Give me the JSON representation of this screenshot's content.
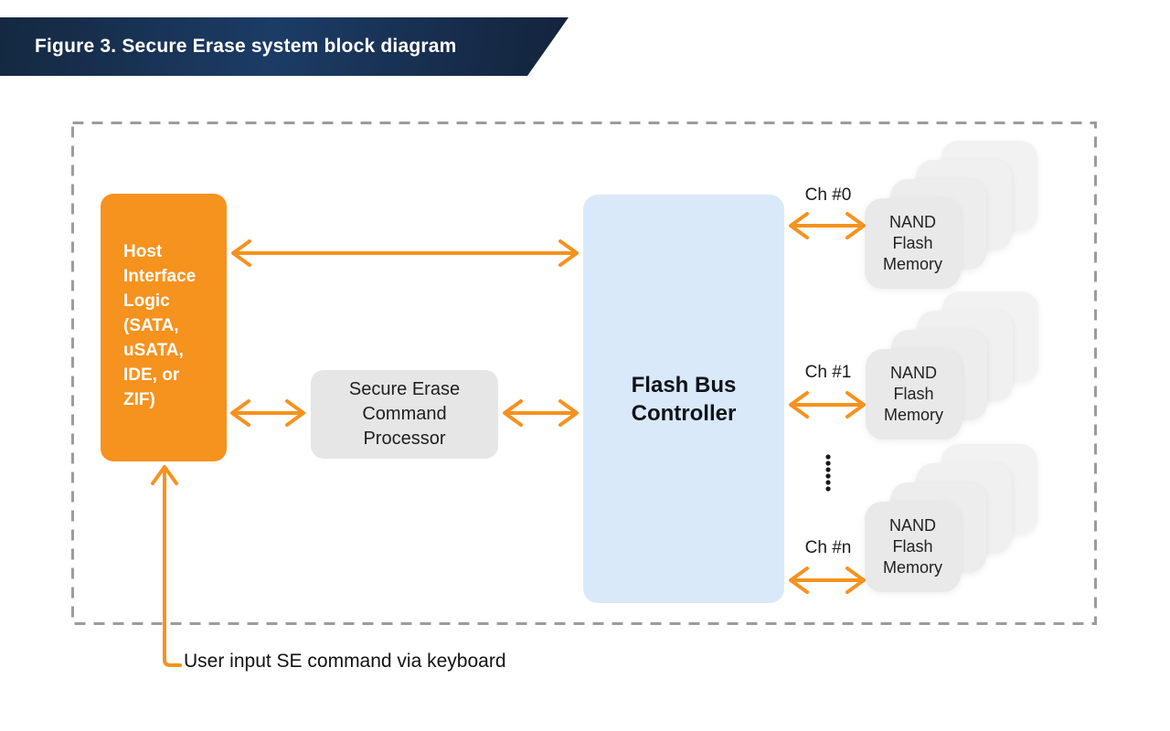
{
  "banner": {
    "title": "Figure 3. Secure Erase system block diagram"
  },
  "blocks": {
    "host_interface": {
      "label": "Host\nInterface\nLogic\n(SATA,\nuSATA,\nIDE, or\nZIF)"
    },
    "command_processor": {
      "label": "Secure Erase\nCommand\nProcessor"
    },
    "flash_bus_controller": {
      "label": "Flash Bus\nController"
    }
  },
  "channels": [
    {
      "label": "Ch #0",
      "memory": "NAND\nFlash\nMemory"
    },
    {
      "label": "Ch #1",
      "memory": "NAND\nFlash\nMemory"
    },
    {
      "label": "Ch #n",
      "memory": "NAND\nFlash\nMemory"
    }
  ],
  "caption": {
    "text": "User input SE command via keyboard"
  },
  "colors": {
    "accent_orange": "#F6921E",
    "banner_navy_dark": "#142840",
    "banner_navy_mid": "#1C3C66",
    "banner_navy_edge": "#13233B",
    "processor_gray": "#E6E6E6",
    "controller_blue": "#D9E9FA",
    "nand_card_gray": "#E9E9E9",
    "dashed_border_gray": "#9C9C9C",
    "text_dark": "#1A1A1A",
    "text_white": "#FFFFFF"
  }
}
